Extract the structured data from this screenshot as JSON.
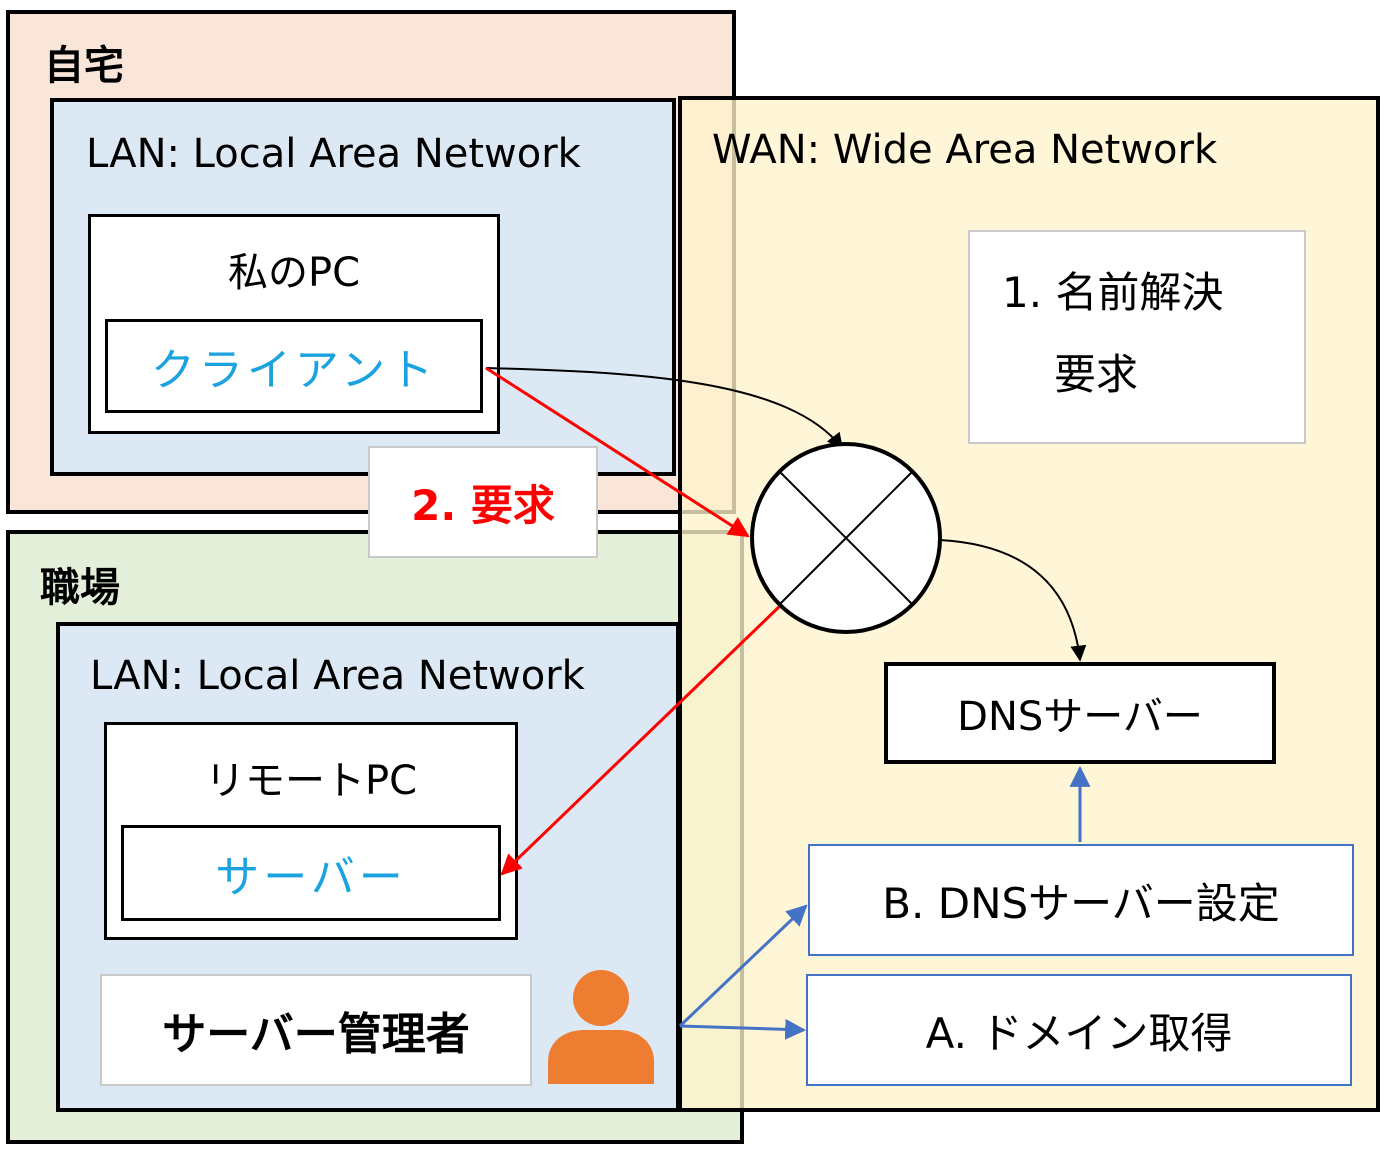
{
  "home": {
    "title": "自宅"
  },
  "work": {
    "title": "職場"
  },
  "lan_home": {
    "title": "LAN: Local Area Network"
  },
  "lan_work": {
    "title": "LAN: Local Area Network"
  },
  "wan": {
    "title": "WAN: Wide Area Network"
  },
  "my_pc": {
    "title": "私のPC",
    "inner": "クライアント"
  },
  "remote_pc": {
    "title": "リモートPC",
    "inner": "サーバー"
  },
  "admin": {
    "label": "サーバー管理者"
  },
  "step1": {
    "line1": "1. 名前解決",
    "line2": "要求"
  },
  "step2": {
    "label": "2. 要求"
  },
  "dns_server": {
    "label": "DNSサーバー"
  },
  "stepB": {
    "label": "B. DNSサーバー設定"
  },
  "stepA": {
    "label": "A. ドメイン取得"
  },
  "colors": {
    "home_bg": "#fae5d9",
    "work_bg": "#e3efd9",
    "lan_bg": "#dce8f4",
    "wan_bg": "#fff2cc",
    "accent_cyan": "#1aa3e0",
    "request_red": "#ff0000",
    "flow_blue": "#4472c4",
    "person_orange": "#ed7d31"
  }
}
